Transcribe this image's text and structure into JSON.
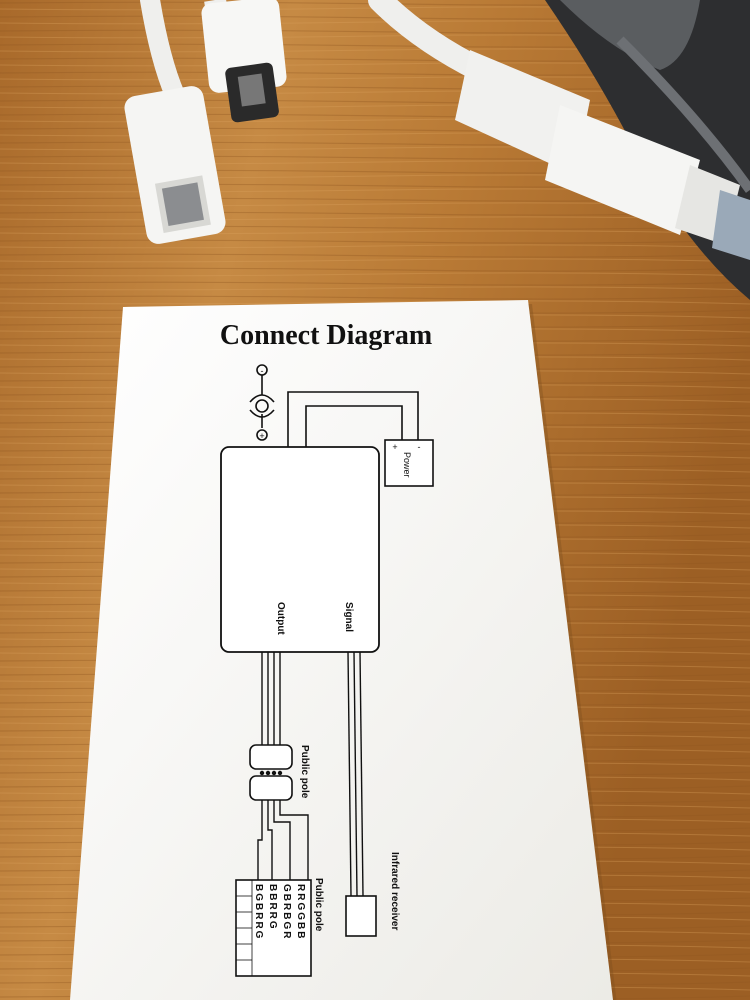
{
  "card": {
    "title": "Connect Diagram",
    "power_label": "Power",
    "power_plus": "+",
    "power_minus": "-",
    "jack_minus": "-",
    "jack_plus": "+",
    "output_label": "Output",
    "signal_label": "Signal",
    "public_pole_label": "Public pole",
    "infrared_label": "Infrared receiver",
    "pin_header_label": "Public pole",
    "pin_columns": [
      "RRGGBB",
      "GBRBGR",
      "BBRRG",
      "BGBRRG"
    ]
  },
  "colors": {
    "table_wood": "#b8782f",
    "paper": "#fbfbf8",
    "ink": "#111111",
    "cable": "#f4f4f2"
  }
}
